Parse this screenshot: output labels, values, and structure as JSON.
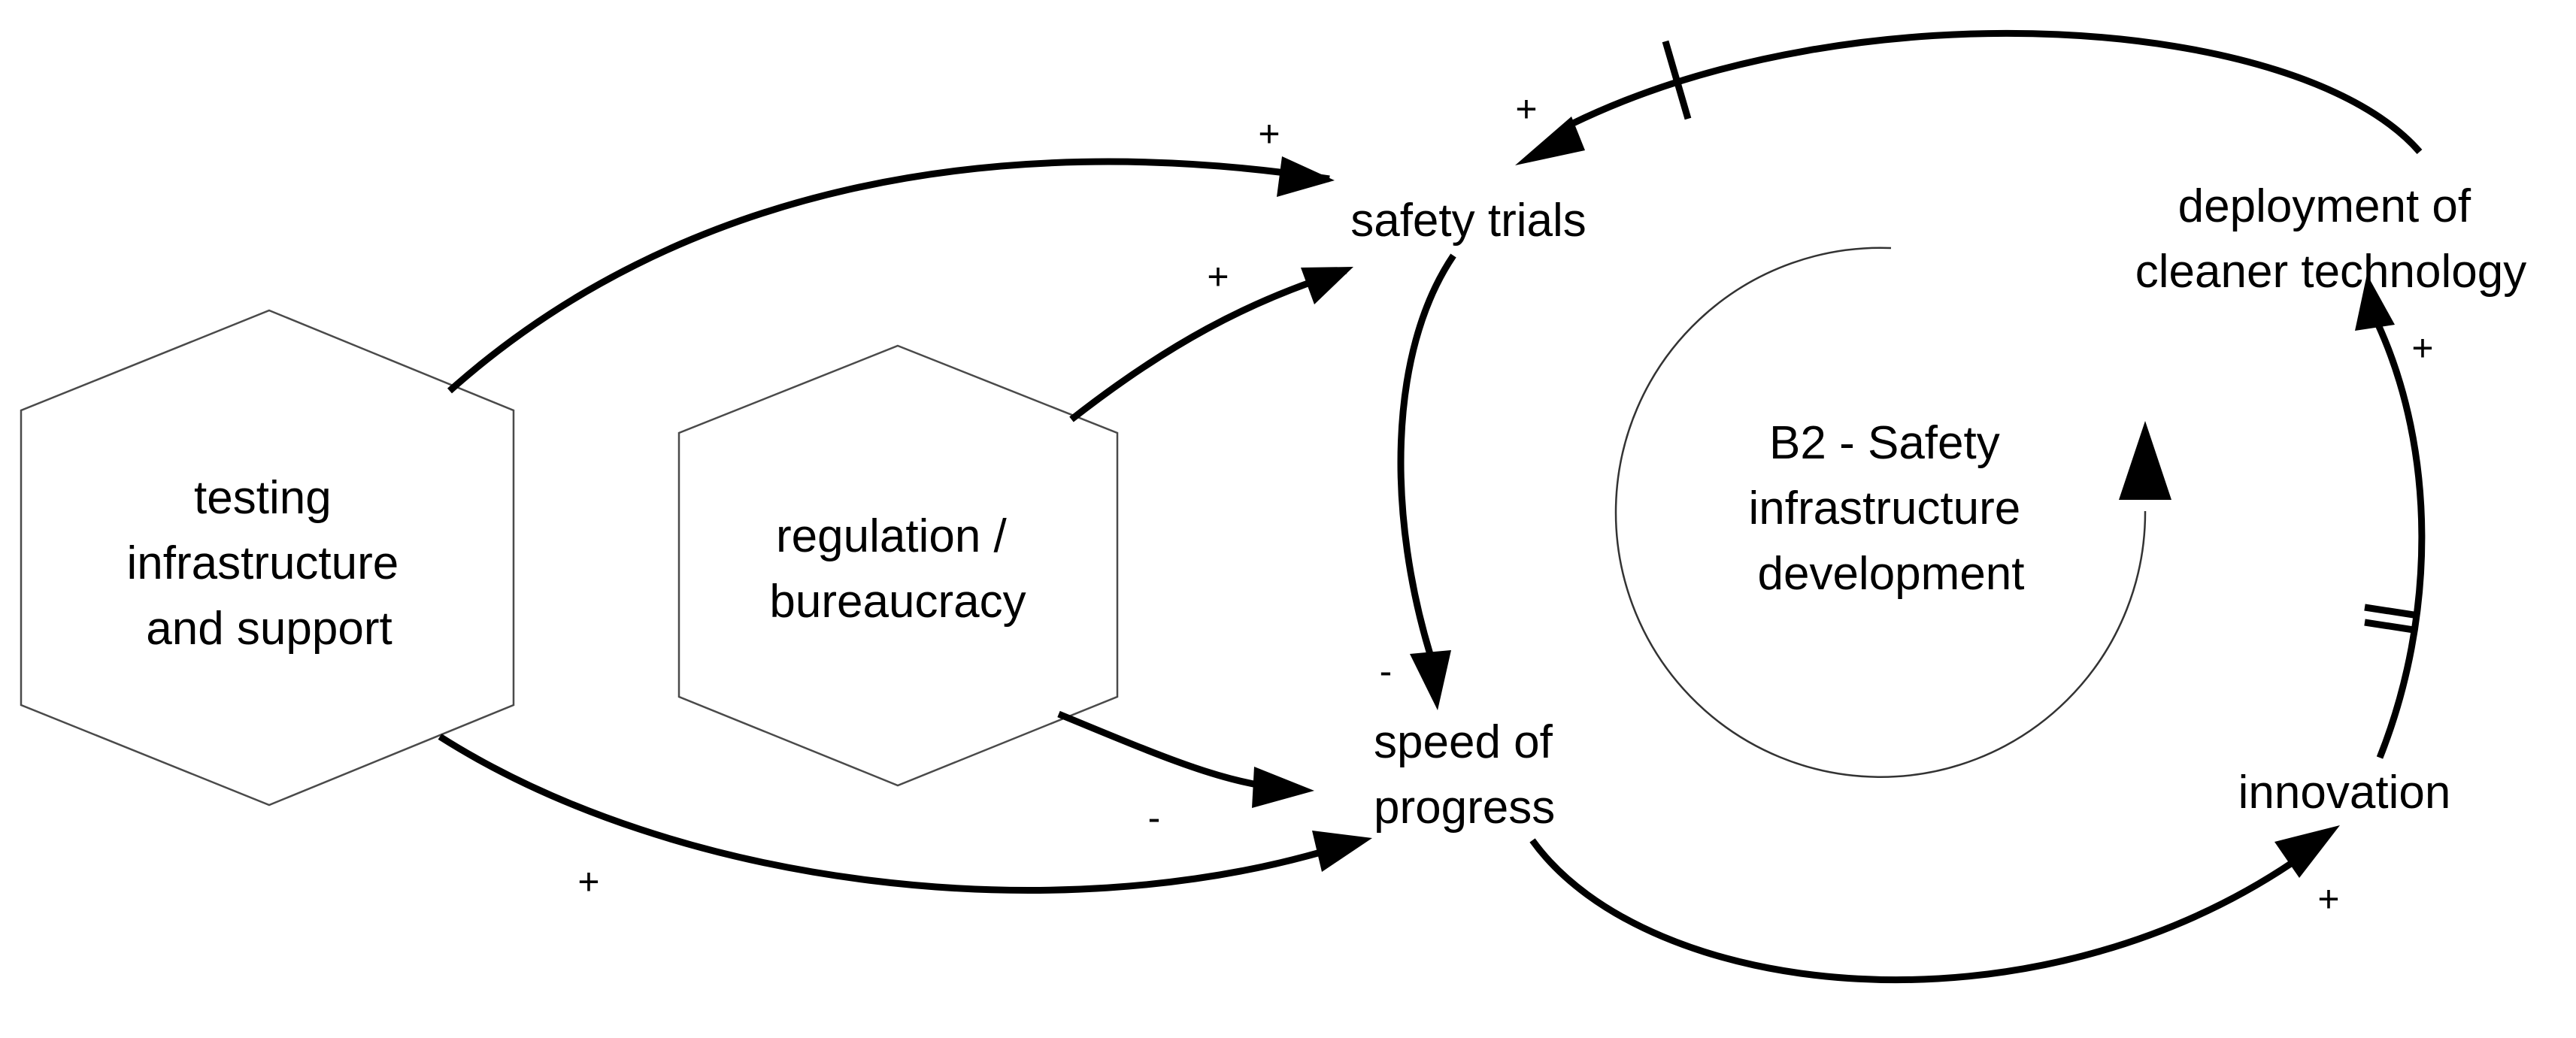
{
  "nodes": {
    "testing_infrastructure": [
      "testing",
      "infrastructure",
      "and support"
    ],
    "regulation": [
      "regulation /",
      "bureaucracy"
    ],
    "safety_trials": [
      "safety trials"
    ],
    "deployment": [
      "deployment of",
      "cleaner technology"
    ],
    "speed_of_progress": [
      "speed of",
      "progress"
    ],
    "innovation": [
      "innovation"
    ]
  },
  "loop": {
    "label": [
      "B2 - Safety",
      "infrastructure",
      "development"
    ]
  },
  "links": [
    {
      "from": "testing infrastructure and support",
      "to": "safety trials",
      "polarity": "+"
    },
    {
      "from": "regulation / bureaucracy",
      "to": "safety trials",
      "polarity": "+"
    },
    {
      "from": "deployment of cleaner technology",
      "to": "safety trials",
      "polarity": "+",
      "delay": "single"
    },
    {
      "from": "safety trials",
      "to": "speed of progress",
      "polarity": "-"
    },
    {
      "from": "regulation / bureaucracy",
      "to": "speed of progress",
      "polarity": "-"
    },
    {
      "from": "testing infrastructure and support",
      "to": "speed of progress",
      "polarity": "+"
    },
    {
      "from": "speed of progress",
      "to": "innovation",
      "polarity": "+"
    },
    {
      "from": "innovation",
      "to": "deployment of cleaner technology",
      "polarity": "+",
      "delay": "double"
    }
  ]
}
